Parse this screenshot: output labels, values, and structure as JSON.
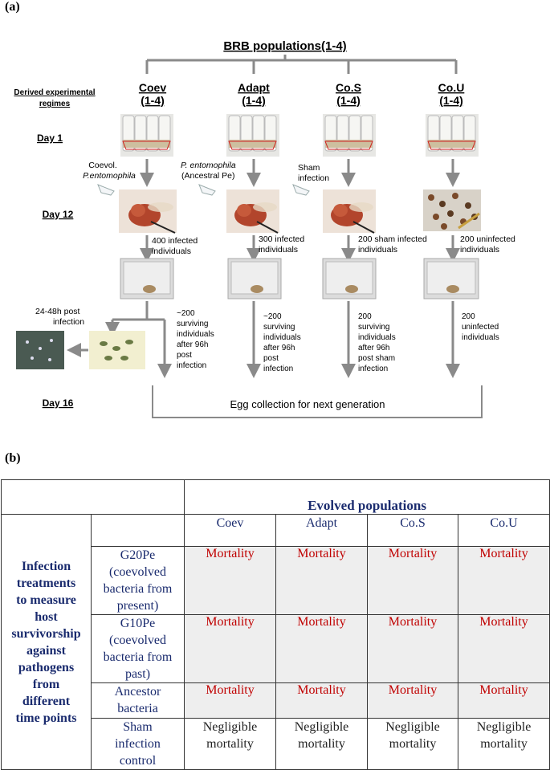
{
  "panel_a_label": "(a)",
  "panel_b_label": "(b)",
  "diagram": {
    "root_title": "BRB populations(1-4)",
    "derived_label_line1": "Derived experimental",
    "derived_label_line2": "regimes",
    "regimes": [
      {
        "name": "Coev",
        "sub": "(1-4)"
      },
      {
        "name": "Adapt",
        "sub": "(1-4)"
      },
      {
        "name": "Co.S",
        "sub": "(1-4)"
      },
      {
        "name": "Co.U",
        "sub": "(1-4)"
      }
    ],
    "day1": "Day 1",
    "day12": "Day 12",
    "day16": "Day 16",
    "infection_labels": {
      "coev_line1": "Coevol.",
      "coev_line2": "P.entomophila",
      "adapt_line1": "P. entomophila",
      "adapt_line2": "(Ancestral Pe)",
      "cos_line1": "Sham",
      "cos_line2": "infection"
    },
    "individuals": {
      "coev_line1": "400 infected",
      "coev_line2": "individuals",
      "adapt_line1": "300 infected",
      "adapt_line2": "individuals",
      "cos_line1": "200 sham infected",
      "cos_line2": "individuals",
      "cou_line1": "200 uninfected",
      "cou_line2": "individuals"
    },
    "post_infection_line1": "24-48h post",
    "post_infection_line2": "infection",
    "survivors": {
      "coev": [
        "~200",
        "surviving",
        "individuals",
        "after 96h",
        "post",
        "infection"
      ],
      "adapt": [
        "~200",
        "surviving",
        "individuals",
        "after 96h",
        "post",
        "infection"
      ],
      "cos": [
        "200",
        "surviving",
        "individuals",
        "after 96h",
        "post sham",
        "infection"
      ],
      "cou": [
        "200",
        "uninfected",
        "individuals"
      ]
    },
    "egg_collection": "Egg collection for next generation"
  },
  "table": {
    "evolved_title": "Evolved populations",
    "columns": [
      "Coev",
      "Adapt",
      "Co.S",
      "Co.U"
    ],
    "side_label_lines": [
      "Infection",
      "treatments",
      "to measure",
      "host",
      "survivorship",
      "against",
      "pathogens",
      "from",
      "different",
      "time points"
    ],
    "rows": [
      {
        "head": [
          "G20Pe",
          "(coevolved",
          "bacteria from",
          "present)"
        ],
        "cells": [
          "Mortality",
          "Mortality",
          "Mortality",
          "Mortality"
        ]
      },
      {
        "head": [
          "G10Pe",
          "(coevolved",
          "bacteria from",
          "past)"
        ],
        "cells": [
          "Mortality",
          "Mortality",
          "Mortality",
          "Mortality"
        ]
      },
      {
        "head": [
          "Ancestor",
          "bacteria"
        ],
        "cells": [
          "Mortality",
          "Mortality",
          "Mortality",
          "Mortality"
        ]
      },
      {
        "head": [
          "Sham",
          "infection",
          "control"
        ],
        "cells": [
          "Negligible mortality",
          "Negligible mortality",
          "Negligible mortality",
          "Negligible mortality"
        ]
      }
    ]
  },
  "colors": {
    "arrow": "#8a8a8a",
    "mortality_text": "#c00000",
    "header_text": "#1a2b6e",
    "shaded_cell": "#eeeeee"
  }
}
